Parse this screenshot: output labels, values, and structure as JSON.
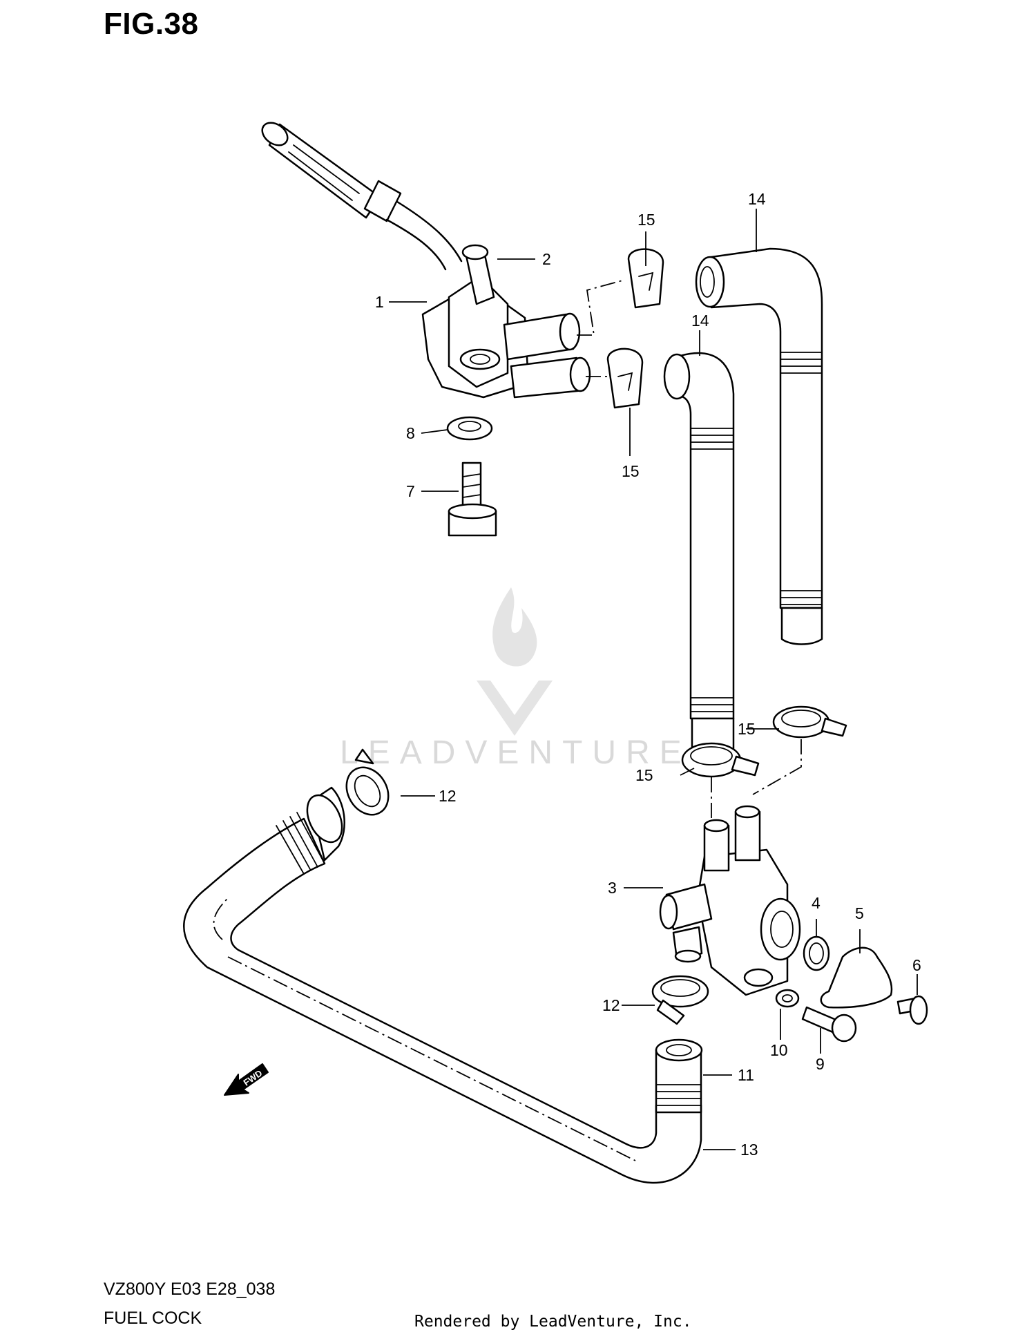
{
  "figure": {
    "title": "FIG.38"
  },
  "footer": {
    "model": "VZ800Y E03 E28_038",
    "name": "FUEL COCK",
    "rendered_by": "Rendered by LeadVenture, Inc."
  },
  "watermark": {
    "text": "LEADVENTURE"
  },
  "direction_badge": {
    "label": "FWD"
  },
  "callouts": [
    {
      "id": "c1",
      "label": "1"
    },
    {
      "id": "c2",
      "label": "2"
    },
    {
      "id": "c3",
      "label": "3"
    },
    {
      "id": "c4",
      "label": "4"
    },
    {
      "id": "c5",
      "label": "5"
    },
    {
      "id": "c6",
      "label": "6"
    },
    {
      "id": "c7",
      "label": "7"
    },
    {
      "id": "c8",
      "label": "8"
    },
    {
      "id": "c9",
      "label": "9"
    },
    {
      "id": "c10",
      "label": "10"
    },
    {
      "id": "c11",
      "label": "11"
    },
    {
      "id": "c12a",
      "label": "12"
    },
    {
      "id": "c12b",
      "label": "12"
    },
    {
      "id": "c13",
      "label": "13"
    },
    {
      "id": "c14a",
      "label": "14"
    },
    {
      "id": "c14b",
      "label": "14"
    },
    {
      "id": "c15a",
      "label": "15"
    },
    {
      "id": "c15b",
      "label": "15"
    },
    {
      "id": "c15c",
      "label": "15"
    },
    {
      "id": "c15d",
      "label": "15"
    }
  ]
}
